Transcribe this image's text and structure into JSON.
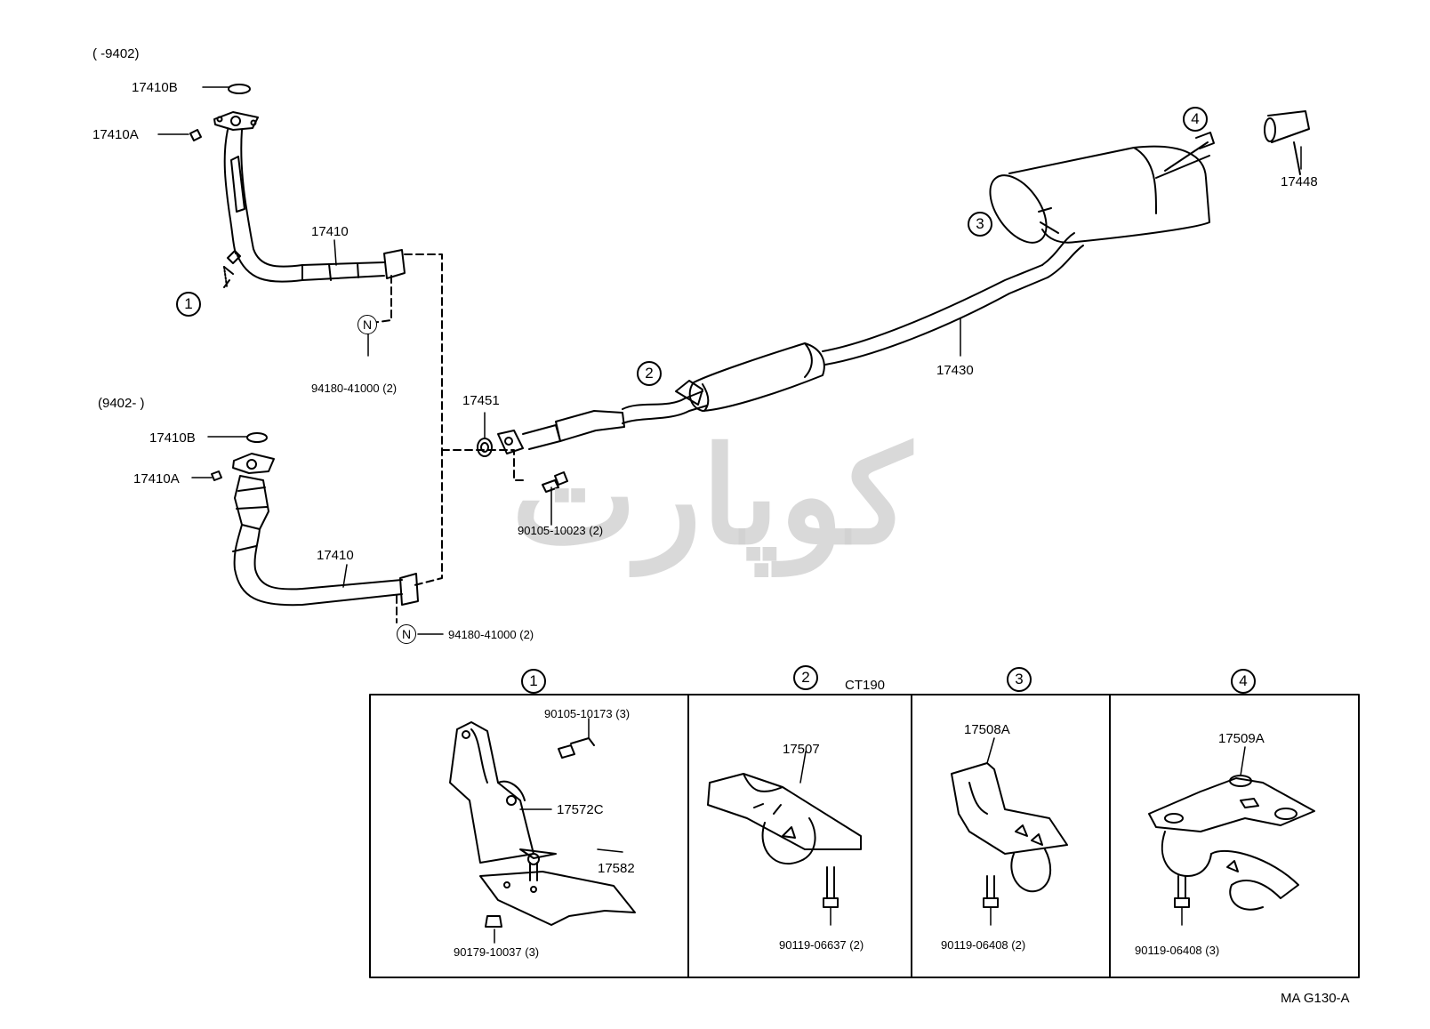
{
  "header": {
    "range_early": "(      -9402)",
    "range_late": "(9402-          )"
  },
  "upper_assembly": {
    "gasket_b": "17410B",
    "nut_a": "17410A",
    "front_pipe": "17410",
    "callout": "1",
    "nut_symbol": "N",
    "nut_part": "94180-41000 (2)"
  },
  "lower_assembly": {
    "gasket_b": "17410B",
    "nut_a": "17410A",
    "front_pipe": "17410",
    "nut_symbol": "N",
    "nut_part": "94180-41000 (2)"
  },
  "center": {
    "gasket": "17451",
    "bolt": "90105-10023 (2)",
    "callout_2": "2",
    "center_pipe": "17430",
    "callout_3": "3",
    "callout_4": "4",
    "tail_tip": "17448"
  },
  "watermark": "کوپارت",
  "panels": {
    "model": "CT190",
    "p1": {
      "callout": "1",
      "bolt": "90105-10173 (3)",
      "bracket": "17572C",
      "plate": "17582",
      "nut": "90179-10037 (3)"
    },
    "p2": {
      "callout": "2",
      "support": "17507",
      "bolt": "90119-06637 (2)"
    },
    "p3": {
      "callout": "3",
      "support": "17508A",
      "bolt": "90119-06408 (2)"
    },
    "p4": {
      "callout": "4",
      "support": "17509A",
      "bolt": "90119-06408 (3)"
    }
  },
  "footer": {
    "code": "MA G130-A"
  }
}
